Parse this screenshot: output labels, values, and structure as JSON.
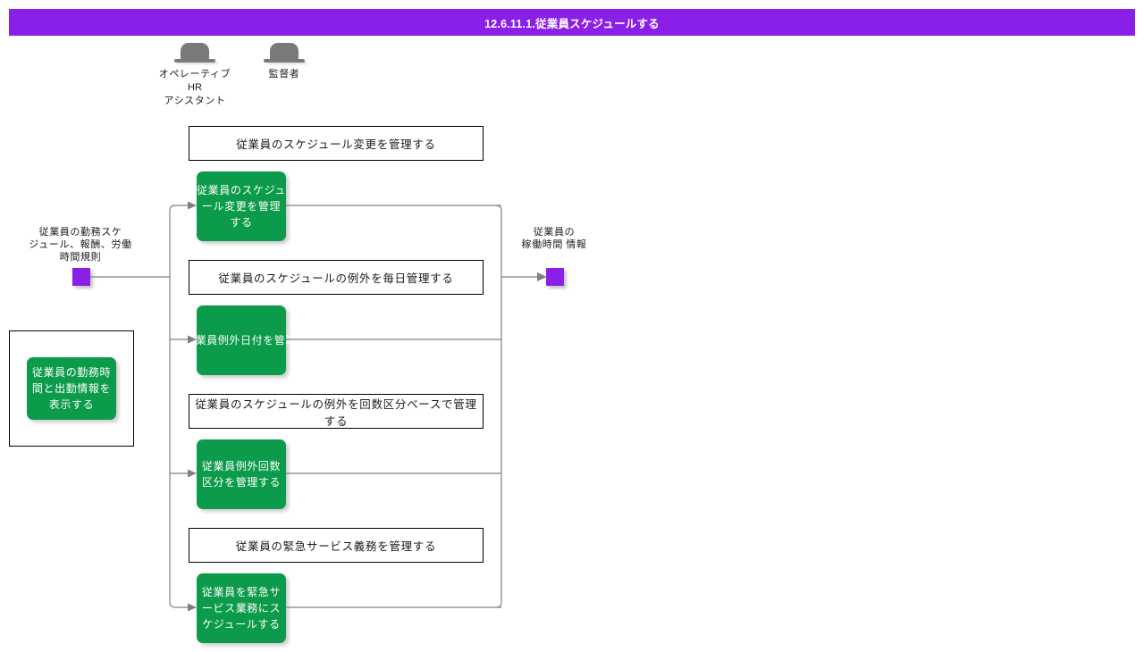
{
  "header": {
    "title": "12.6.11.1.従業員スケジュールする",
    "background": "#8A20E8",
    "text_color": "#ffffff"
  },
  "actors": [
    {
      "name": "operative-hr-assistant",
      "icon": "actor-hat-icon",
      "label_line1": "オペレーティブ",
      "label_line2": "HR",
      "label_line3": "アシスタント"
    },
    {
      "name": "supervisor",
      "icon": "actor-hat-icon",
      "label_line1": "監督者",
      "label_line2": "",
      "label_line3": ""
    }
  ],
  "io": {
    "input": {
      "label_line1": "従業員の勤務スケ",
      "label_line2": "ジュール、報酬、労働",
      "label_line3": "時間規則",
      "square_color": "#8A20E8"
    },
    "output": {
      "label_line1": "従業員の",
      "label_line2": "稼働時間 情報",
      "square_color": "#8A20E8"
    }
  },
  "side_group": {
    "green_label": "従業員の勤務時間と出勤情報を表示する"
  },
  "rows": [
    {
      "white_label": "従業員のスケジュール変更を管理する",
      "green_label": "従業員のスケジュール変更を管理する"
    },
    {
      "white_label": "従業員のスケジュールの例外を毎日管理する",
      "green_label": "従業員例外日付を管理する"
    },
    {
      "white_label": "従業員のスケジュールの例外を回数区分ベースで管理する",
      "green_label": "従業員例外回数区分を管理する"
    },
    {
      "white_label": "従業員の緊急サービス義務を管理する",
      "green_label": "従業員を緊急サービス業務にスケジュールする"
    }
  ],
  "colors": {
    "accent_purple": "#8A20E8",
    "process_green": "#0C9B4A",
    "wire_gray": "#808080",
    "box_border": "#000000"
  }
}
